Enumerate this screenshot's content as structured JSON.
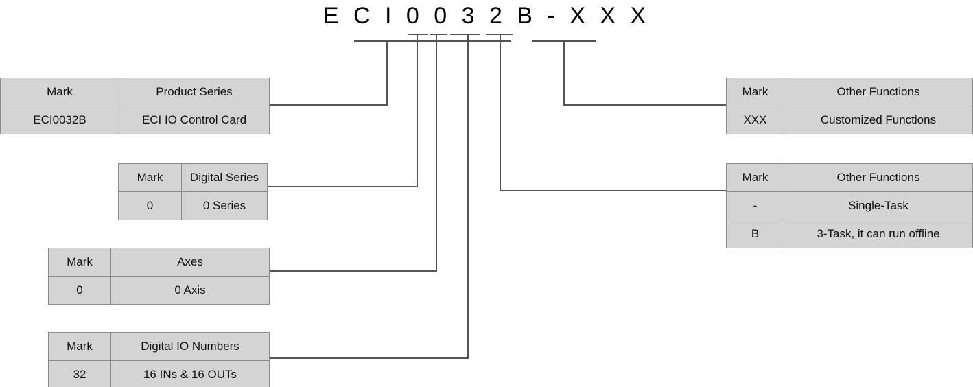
{
  "diagram": {
    "title": "ECI0032B-XXX part number breakdown",
    "part_code": "E C I 0 0 3 2 B - X X X",
    "colors": {
      "table_fill": "#d4d4d4",
      "table_border": "#8a8a8a",
      "line": "#555555",
      "text": "#111111",
      "background": "#ffffff"
    }
  },
  "tables": {
    "product_series": {
      "header": {
        "mark": "Mark",
        "value": "Product Series"
      },
      "rows": [
        {
          "mark": "ECI0032B",
          "value": "ECI IO Control Card"
        }
      ]
    },
    "digital_series": {
      "header": {
        "mark": "Mark",
        "value": "Digital Series"
      },
      "rows": [
        {
          "mark": "0",
          "value": "0 Series"
        }
      ]
    },
    "axes": {
      "header": {
        "mark": "Mark",
        "value": "Axes"
      },
      "rows": [
        {
          "mark": "0",
          "value": "0 Axis"
        }
      ]
    },
    "digital_io_numbers": {
      "header": {
        "mark": "Mark",
        "value": "Digital IO Numbers"
      },
      "rows": [
        {
          "mark": "32",
          "value": "16 INs & 16 OUTs"
        }
      ]
    },
    "other_functions_suffix": {
      "header": {
        "mark": "Mark",
        "value": "Other Functions"
      },
      "rows": [
        {
          "mark": "XXX",
          "value": "Customized Functions"
        }
      ]
    },
    "other_functions_task": {
      "header": {
        "mark": "Mark",
        "value": "Other Functions"
      },
      "rows": [
        {
          "mark": "-",
          "value": "Single-Task"
        },
        {
          "mark": "B",
          "value": "3-Task, it can run offline"
        }
      ]
    }
  }
}
